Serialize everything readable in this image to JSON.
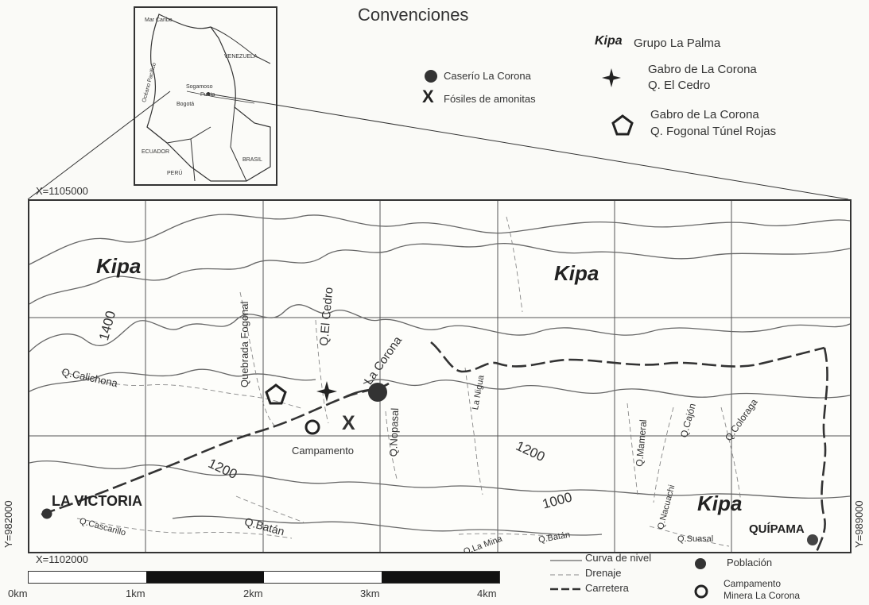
{
  "title": "Convenciones",
  "inset": {
    "labels": {
      "mar_caribe": "Mar Caribe",
      "venezuela": "VENEZUELA",
      "oceano_pacifico": "Océano Pacífico",
      "sogamoso": "Sogamoso",
      "punta": "Punta",
      "bogota": "Bogotá",
      "ecuador": "ECUADOR",
      "peru": "PERÚ",
      "brasil": "BRASIL"
    }
  },
  "legend": {
    "kipa_code": "Kipa",
    "kipa_name": "Grupo La Palma",
    "caserio": "Caserío La Corona",
    "fosiles": "Fósiles de amonitas",
    "gabro1_line1": "Gabro de La Corona",
    "gabro1_line2": "Q. El Cedro",
    "gabro2_line1": "Gabro de La Corona",
    "gabro2_line2": "Q. Fogonal Túnel Rojas"
  },
  "coords": {
    "x_top": "X=1105000",
    "x_bottom": "X=1102000",
    "y_left": "Y=982000",
    "y_right": "Y=989000"
  },
  "map": {
    "kipa": "Kipa",
    "contour_1400": "1400",
    "contour_1200_w": "1200",
    "contour_1200_e": "1200",
    "contour_1000": "1000",
    "q_calichona": "Q.Calichona",
    "quebrada_fogonal": "Quebrada Fogonal",
    "q_el_cedro": "Q.El Cedro",
    "la_corona": "La Corona",
    "campamento": "Campamento",
    "q_nopasal": "Q.Nopasal",
    "la_nigua": "La Nigua",
    "q_mameral": "Q.Mameral",
    "q_cajon": "Q.Cajón",
    "q_coloraga": "Q.Coloraga",
    "q_nacuachi": "Q.Nacuachi",
    "q_suasal": "Q.Suasal",
    "q_batan_w": "Q.Batán",
    "q_batan_e": "Q.Batán",
    "q_la_mina": "Q.La Mina",
    "q_cascarillo": "Q.Cascarillo",
    "la_victoria": "LA VICTORIA",
    "quipama": "QUÍPAMA",
    "x_mark": "X"
  },
  "scale": [
    "0km",
    "1km",
    "2km",
    "3km",
    "4km"
  ],
  "bottom_legend": {
    "curva": "Curva de nivel",
    "drenaje": "Drenaje",
    "carretera": "Carretera",
    "poblacion": "Población",
    "campamento_line1": "Campamento",
    "campamento_line2": "Minera La Corona"
  }
}
